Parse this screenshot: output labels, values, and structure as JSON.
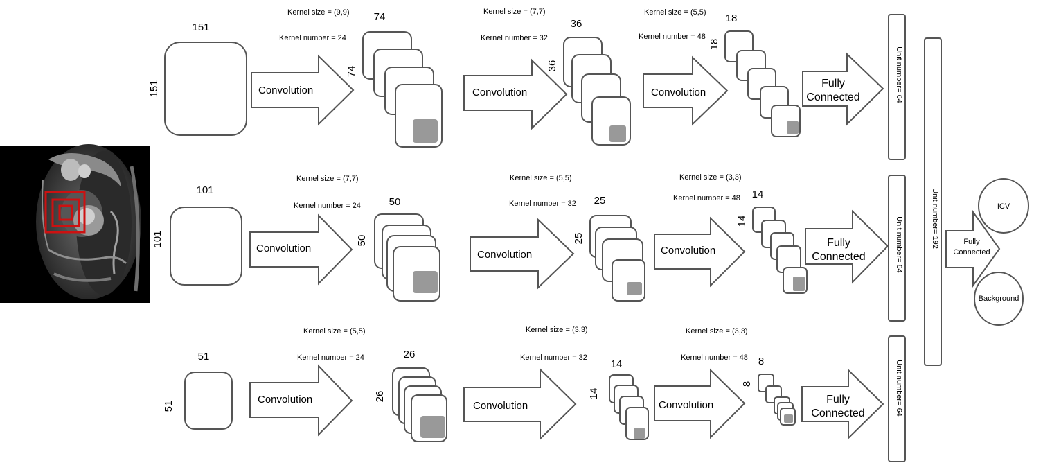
{
  "rows": [
    {
      "input_size": "151",
      "stages": [
        {
          "kernel_size": "Kernel size = (9,9)",
          "kernel_number": "Kernel number = 24",
          "map_size": "74",
          "op": "Convolution"
        },
        {
          "kernel_size": "Kernel size = (7,7)",
          "kernel_number": "Kernel number = 32",
          "map_size": "36",
          "op": "Convolution"
        },
        {
          "kernel_size": "Kernel size = (5,5)",
          "kernel_number": "Kernel number = 48",
          "map_size": "18",
          "op": "Convolution"
        }
      ],
      "fc_label": [
        "Fully",
        "Connected"
      ],
      "unit_label": "Unit number= 64"
    },
    {
      "input_size": "101",
      "stages": [
        {
          "kernel_size": "Kernel size = (7,7)",
          "kernel_number": "Kernel number = 24",
          "map_size": "50",
          "op": "Convolution"
        },
        {
          "kernel_size": "Kernel size = (5,5)",
          "kernel_number": "Kernel number = 32",
          "map_size": "25",
          "op": "Convolution"
        },
        {
          "kernel_size": "Kernel size = (3,3)",
          "kernel_number": "Kernel number = 48",
          "map_size": "14",
          "op": "Convolution"
        }
      ],
      "fc_label": [
        "Fully",
        "Connected"
      ],
      "unit_label": "Unit number= 64"
    },
    {
      "input_size": "51",
      "stages": [
        {
          "kernel_size": "Kernel size = (5,5)",
          "kernel_number": "Kernel number = 24",
          "map_size": "26",
          "op": "Convolution"
        },
        {
          "kernel_size": "Kernel size = (3,3)",
          "kernel_number": "Kernel number = 32",
          "map_size": "14",
          "op": "Convolution"
        },
        {
          "kernel_size": "Kernel size = (3,3)",
          "kernel_number": "Kernel number = 48",
          "map_size": "8",
          "op": "Convolution"
        }
      ],
      "fc_label": [
        "Fully",
        "Connected"
      ],
      "unit_label": "Unit number= 64"
    }
  ],
  "merge_unit_label": "Unit number= 192",
  "final_fc_label": [
    "Fully",
    "Connected"
  ],
  "outputs": [
    "ICV",
    "Background"
  ],
  "colors": {
    "stroke": "#555555",
    "filter_fill": "#999999",
    "patch_outline": "#cc1111",
    "mri_background": "#000000"
  }
}
